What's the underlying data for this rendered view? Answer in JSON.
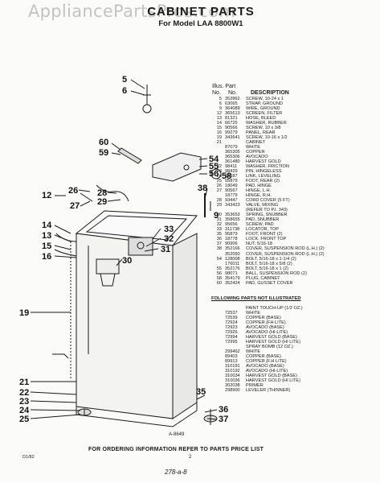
{
  "watermark": "AppliancePartsPros.com",
  "header": {
    "title": "CABINET PARTS",
    "subtitle": "For Model LAA 8800W1"
  },
  "figure_label": "A-8649",
  "callouts": [
    "5",
    "6",
    "60",
    "59",
    "54",
    "55",
    "56",
    "58",
    "38",
    "12",
    "26",
    "27",
    "28",
    "29",
    "9",
    "33",
    "32",
    "31",
    "30",
    "14",
    "13",
    "15",
    "16",
    "19",
    "21",
    "22",
    "23",
    "24",
    "25",
    "36",
    "37",
    "35"
  ],
  "table_header": {
    "illus": "Illus. Part",
    "no": "No.",
    "part_no": "No.",
    "description": "DESCRIPTION"
  },
  "parts": [
    {
      "no": "5",
      "pn": "352862",
      "desc": "SCREW, 10-24 x 1"
    },
    {
      "no": "6",
      "pn": "63065",
      "desc": "STRAP, GROUND"
    },
    {
      "no": "9",
      "pn": "364089",
      "desc": "WIRE, GROUND"
    },
    {
      "no": "12",
      "pn": "365613",
      "desc": "SCREEN, FILTER"
    },
    {
      "no": "13",
      "pn": "81321",
      "desc": "HOSE, BLEED"
    },
    {
      "no": "14",
      "pn": "66725",
      "desc": "WASHER, RUBBER"
    },
    {
      "no": "15",
      "pn": "90566",
      "desc": "SCREW, 10 x 3/8"
    },
    {
      "no": "16",
      "pn": "99279",
      "desc": "PANEL, REAR"
    },
    {
      "no": "19",
      "pn": "343641",
      "desc": "SCREW, 10-16 x 1/2"
    },
    {
      "no": "21",
      "pn": "",
      "desc": "CABINET"
    },
    {
      "no": "",
      "pn": "87079",
      "desc": "WHITE"
    },
    {
      "no": "",
      "pn": "365305",
      "desc": "COPPER"
    },
    {
      "no": "",
      "pn": "365306",
      "desc": "AVOCADO"
    },
    {
      "no": "",
      "pn": "361480",
      "desc": "HARVEST GOLD"
    },
    {
      "no": "22",
      "pn": "98411",
      "desc": "WASHER, FRICTION"
    },
    {
      "no": "23",
      "pn": "98429",
      "desc": "PIN, HINGELESS"
    },
    {
      "no": "24",
      "pn": "95587",
      "desc": "LINK, LEVELING"
    },
    {
      "no": "25",
      "pn": "95879",
      "desc": "FOOT, REAR (2)"
    },
    {
      "no": "26",
      "pn": "18049",
      "desc": "PAD, HINGE"
    },
    {
      "no": "27",
      "pn": "90567",
      "desc": "HINGE, L.H."
    },
    {
      "no": "",
      "pn": "18779",
      "desc": "HINGE, R.H."
    },
    {
      "no": "28",
      "pn": "93447",
      "desc": "CORD COVER (5 FT)"
    },
    {
      "no": "29",
      "pn": "343423",
      "desc": "VALVE, MIXING"
    },
    {
      "no": "",
      "pn": "",
      "desc": "(REFER TO P.I. 343)"
    },
    {
      "no": "30",
      "pn": "353653",
      "desc": "SPRING, SNUBBER"
    },
    {
      "no": "31",
      "pn": "358655",
      "desc": "PAD, SNUBBER"
    },
    {
      "no": "32",
      "pn": "95656",
      "desc": "SCREW, PAD"
    },
    {
      "no": "33",
      "pn": "311738",
      "desc": "LOCATOR, TOP"
    },
    {
      "no": "35",
      "pn": "95879",
      "desc": "FOOT, FRONT (2)"
    },
    {
      "no": "36",
      "pn": "18778",
      "desc": "LOCK, FRONT TOP"
    },
    {
      "no": "37",
      "pn": "90906",
      "desc": "NUT, 5/16-18"
    },
    {
      "no": "38",
      "pn": "352166",
      "desc": "COVER, SUSPENSION ROD (L.H.) (2)"
    },
    {
      "no": "",
      "pn": "352050",
      "desc": "COVER, SUSPENSION ROD (L.H.) (2)"
    },
    {
      "no": "54",
      "pn": "128008",
      "desc": "BOLT, 5/16-18 x 1-1/4 (2)"
    },
    {
      "no": "",
      "pn": "176011",
      "desc": "BOLT, 5/16-18 x 5/8 (2)"
    },
    {
      "no": "55",
      "pn": "352176",
      "desc": "BOLT, 5/16-18 x 1 (2)"
    },
    {
      "no": "56",
      "pn": "98071",
      "desc": "BALL, SUSPENSION ROD (2)"
    },
    {
      "no": "58",
      "pn": "354179",
      "desc": "PLUG, CABINET"
    },
    {
      "no": "60",
      "pn": "352424",
      "desc": "PAD, GUSSET COVER"
    }
  ],
  "not_illustrated_title": "FOLLOWING PARTS NOT ILLUSTRATED",
  "parts_not_illustrated": [
    {
      "pn": "",
      "desc": "PAINT TOUCH-UP (1/2 OZ.)"
    },
    {
      "pn": "72537",
      "desc": "WHITE"
    },
    {
      "pn": "72539",
      "desc": "COPPER (BASE)"
    },
    {
      "pn": "72924",
      "desc": "COPPER (FH LITE)"
    },
    {
      "pn": "72923",
      "desc": "AVOCADO (BASE)"
    },
    {
      "pn": "72926",
      "desc": "AVOCADO (HI-LITE)"
    },
    {
      "pn": "72994",
      "desc": "HARVEST GOLD (BASE)"
    },
    {
      "pn": "72995",
      "desc": "HARVEST GOLD (HI LITE)"
    },
    {
      "pn": "",
      "desc": "SPRAY BOMB (12 OZ.)"
    },
    {
      "pn": "299462",
      "desc": "WHITE"
    },
    {
      "pn": "89403",
      "desc": "COPPER (BASE)"
    },
    {
      "pn": "89913",
      "desc": "COPPER (F.H LITE)"
    },
    {
      "pn": "310191",
      "desc": "AVOCADO (BASE)"
    },
    {
      "pn": "310192",
      "desc": "AVOCADO (HI-LITE)"
    },
    {
      "pn": "310034",
      "desc": "HARVEST GOLD (BASE)"
    },
    {
      "pn": "310036",
      "desc": "HARVEST GOLD (HI LITE)"
    },
    {
      "pn": "302038",
      "desc": "PRIMER"
    },
    {
      "pn": "298900",
      "desc": "LEVELER (THINNER)"
    }
  ],
  "footer": "FOR ORDERING INFORMATION REFER TO PARTS PRICE LIST",
  "page_number": "2",
  "bottom_left": "D1/82",
  "stamp": "278-a-8"
}
